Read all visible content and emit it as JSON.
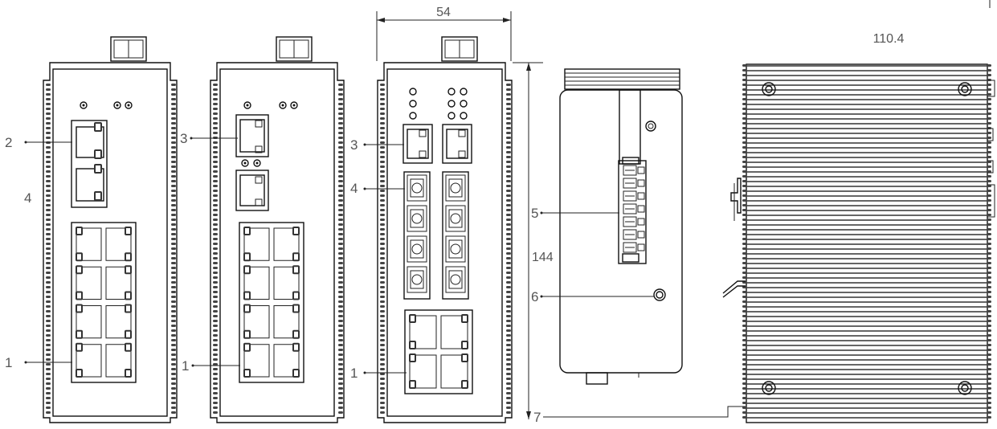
{
  "dimensions": {
    "front_width": "54",
    "height": "144",
    "depth": "110.4"
  },
  "callouts": {
    "copper_ports": "1",
    "combo_ports": "2",
    "sfp_ports": "3",
    "fiber_ports": "4",
    "terminal_block": "5",
    "ground_screw": "6",
    "din_rail": "7"
  },
  "colors": {
    "line": "#111111",
    "label": "#555555",
    "background": "#ffffff"
  }
}
